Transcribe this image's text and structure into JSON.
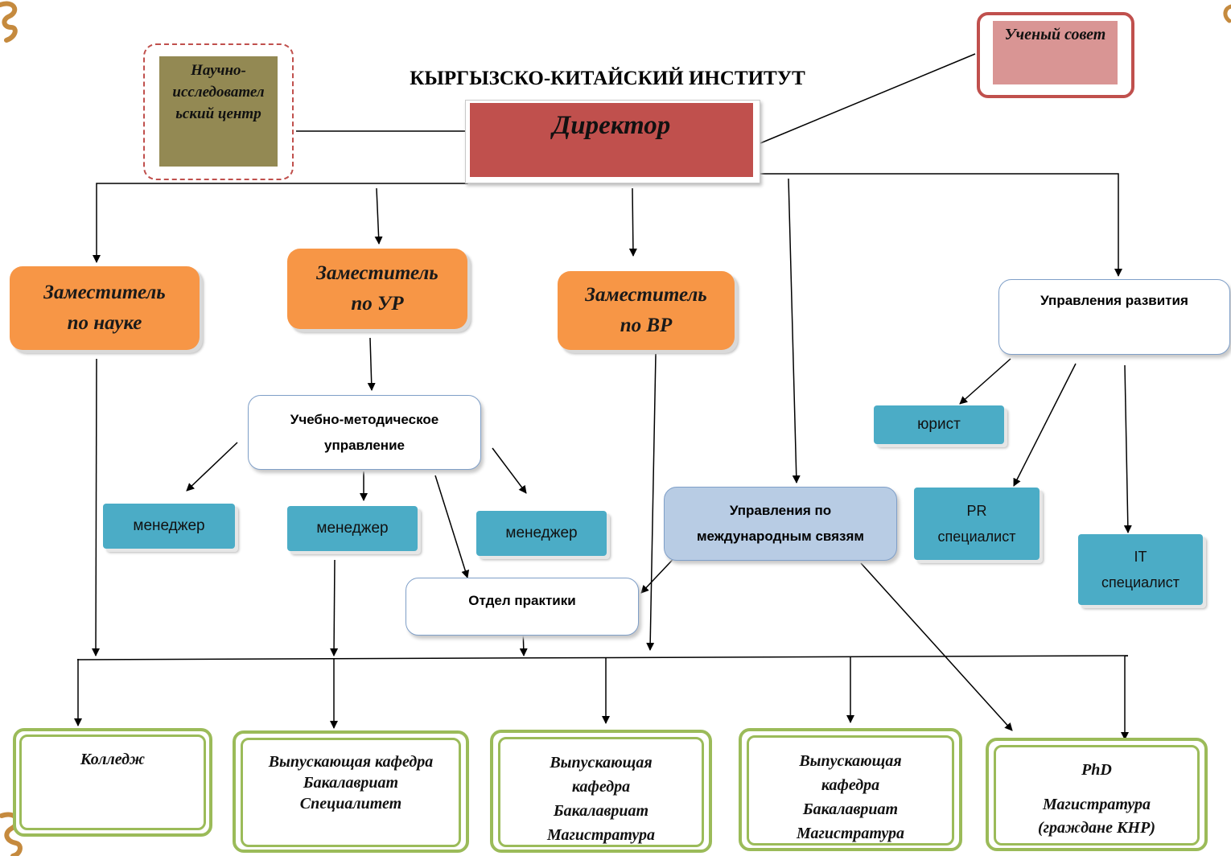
{
  "title": "КЫРГЫЗСКО-КИТАЙСКИЙ ИНСТИТУТ",
  "director": "Директор",
  "academic_council": "Ученый совет",
  "research_center": {
    "line1": "Научно-",
    "line2": "исследовател",
    "line3": "ьский центр"
  },
  "deputies": [
    {
      "line1": "Заместитель",
      "line2": "по науке"
    },
    {
      "line1": "Заместитель",
      "line2": "по УР"
    },
    {
      "line1": "Заместитель",
      "line2": "по ВР"
    }
  ],
  "development": {
    "title": "Управления развития",
    "lawyer": "юрист",
    "pr": {
      "line1": "PR",
      "line2": "специалист"
    },
    "it": {
      "line1": "IT",
      "line2": "специалист"
    }
  },
  "educational": {
    "line1": "Учебно-методическое",
    "line2": "управление",
    "managers": [
      "менеджер",
      "менеджер",
      "менеджер"
    ]
  },
  "practice_dept": "Отдел практики",
  "international": {
    "line1": "Управления по",
    "line2": "международным связям"
  },
  "units": [
    {
      "lines": [
        "Колледж"
      ]
    },
    {
      "lines": [
        "Выпускающая кафедра",
        "Бакалавриат",
        "Специалитет"
      ]
    },
    {
      "lines": [
        "Выпускающая",
        "кафедра",
        "Бакалавриат",
        "Магистратура"
      ]
    },
    {
      "lines": [
        "Выпускающая",
        "кафедра",
        "Бакалавриат",
        "Магистратура"
      ]
    },
    {
      "lines": [
        "PhD",
        "",
        "Магистратура",
        "(граждане КНР)"
      ]
    }
  ],
  "colors": {
    "director": "#c0504d",
    "council": "#d99594",
    "research": "#938953",
    "deputy": "#f79646",
    "specialist": "#4bacc6",
    "international": "#b8cce4",
    "unit_border": "#9bbb59"
  }
}
